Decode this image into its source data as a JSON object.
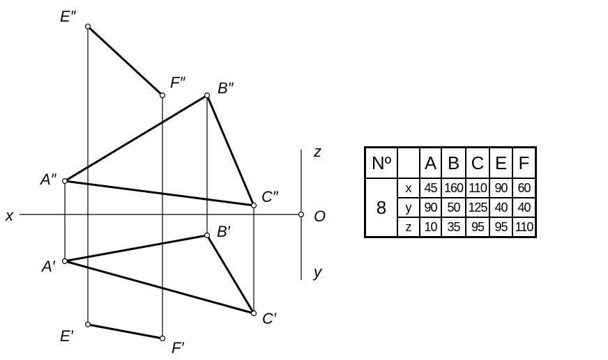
{
  "drawing": {
    "axis_labels": {
      "x": "x",
      "o": "O",
      "z": "z",
      "y": "y"
    },
    "frontal_labels": {
      "E": "E″",
      "F": "F″",
      "B": "B″",
      "A": "A″",
      "C": "C″"
    },
    "horizontal_labels": {
      "A": "A′",
      "B": "B′",
      "C": "C′",
      "E": "E′",
      "F": "F′"
    }
  },
  "table": {
    "header": {
      "no": "Nº",
      "blank": "",
      "cols": [
        "A",
        "B",
        "C",
        "E",
        "F"
      ]
    },
    "variant": "8",
    "rows": [
      {
        "axis": "x",
        "values": [
          "45",
          "160",
          "110",
          "90",
          "60"
        ]
      },
      {
        "axis": "y",
        "values": [
          "90",
          "50",
          "125",
          "40",
          "40"
        ]
      },
      {
        "axis": "z",
        "values": [
          "10",
          "35",
          "95",
          "95",
          "110"
        ]
      }
    ]
  }
}
